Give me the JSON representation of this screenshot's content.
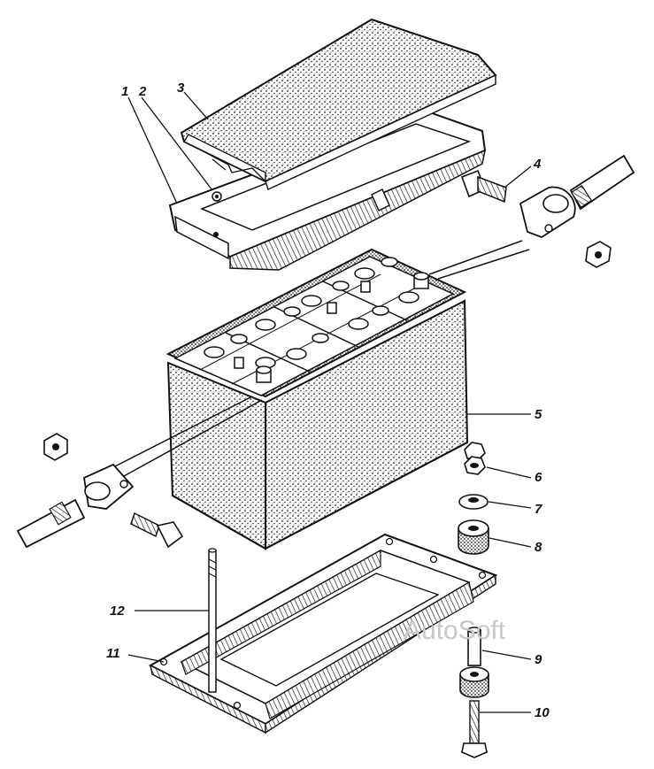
{
  "diagram": {
    "callouts": [
      {
        "id": "1",
        "text": "1"
      },
      {
        "id": "2",
        "text": "2"
      },
      {
        "id": "3",
        "text": "3"
      },
      {
        "id": "4",
        "text": "4"
      },
      {
        "id": "5",
        "text": "5"
      },
      {
        "id": "6",
        "text": "6"
      },
      {
        "id": "7",
        "text": "7"
      },
      {
        "id": "8",
        "text": "8"
      },
      {
        "id": "9",
        "text": "9"
      },
      {
        "id": "10",
        "text": "10"
      },
      {
        "id": "11",
        "text": "11"
      },
      {
        "id": "12",
        "text": "12"
      }
    ],
    "watermark": "AutoSoft"
  }
}
